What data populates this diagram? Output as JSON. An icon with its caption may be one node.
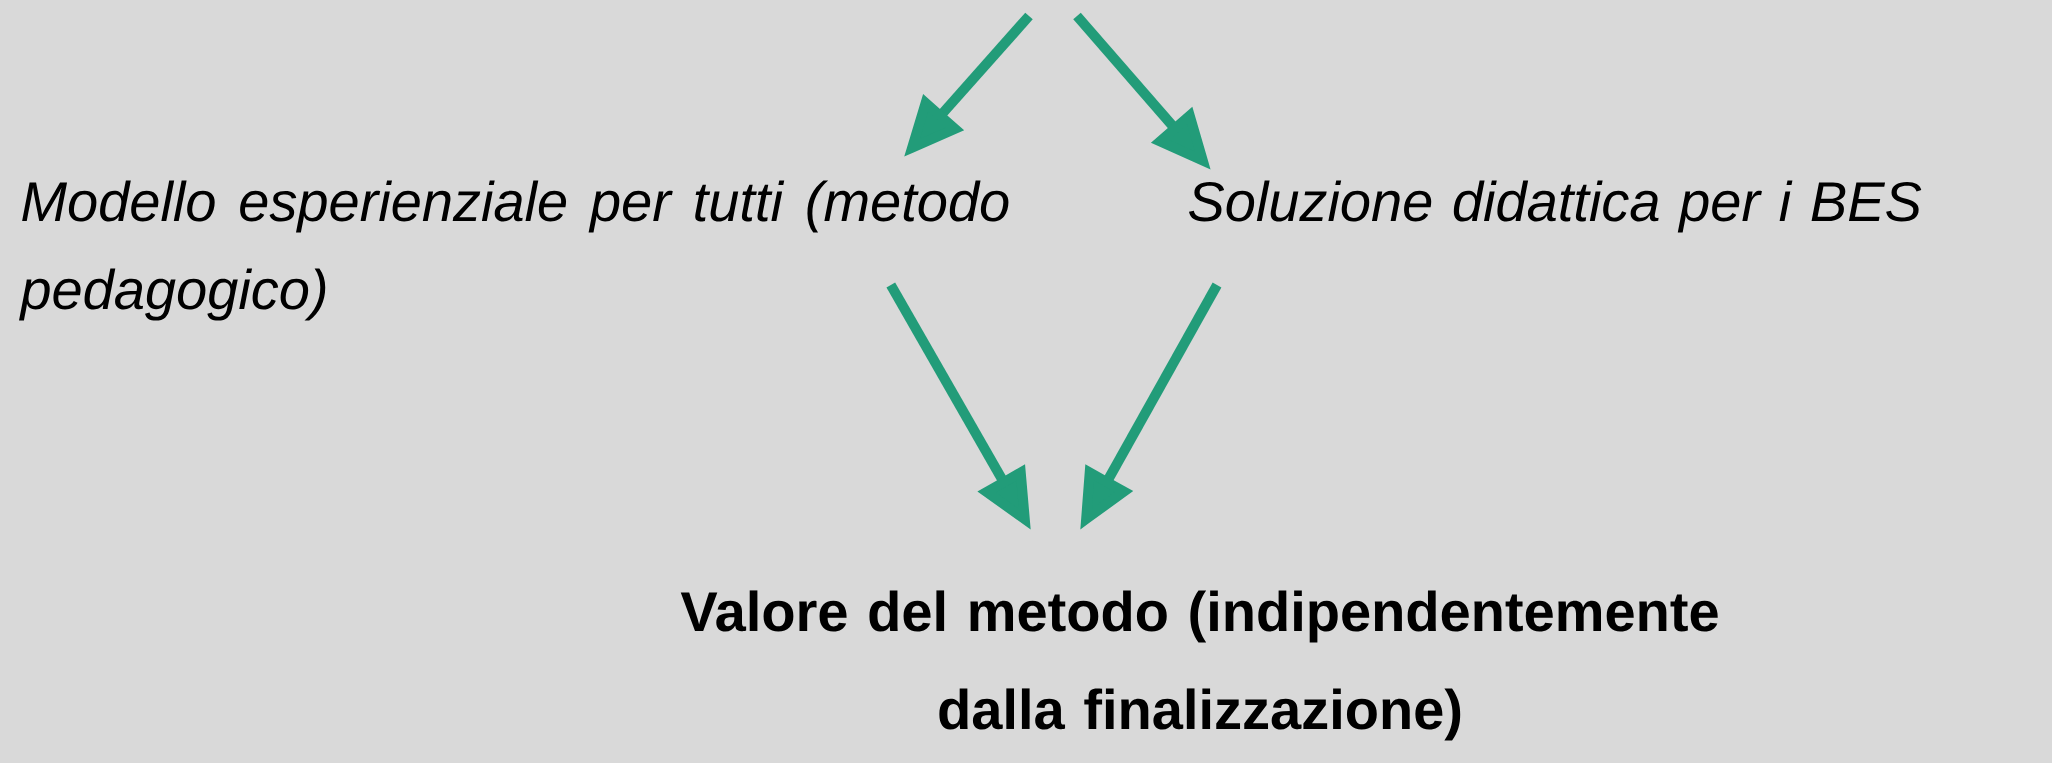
{
  "diagram": {
    "nodes": [
      {
        "text": [
          "Modello esperienziale per tutti (metodo pedagogico)"
        ]
      },
      {
        "text": [
          "Soluzione didattica per i BES"
        ]
      },
      {
        "text": [
          "Valore del metodo (indipendentemente dalla finalizzazione)"
        ]
      }
    ],
    "edges": [
      {
        "from": null,
        "to": 0,
        "arrow": "to"
      },
      {
        "from": null,
        "to": 1,
        "arrow": "to"
      },
      {
        "from": 0,
        "to": 2,
        "arrow": "to"
      },
      {
        "from": 1,
        "to": 2,
        "arrow": "to"
      }
    ]
  }
}
